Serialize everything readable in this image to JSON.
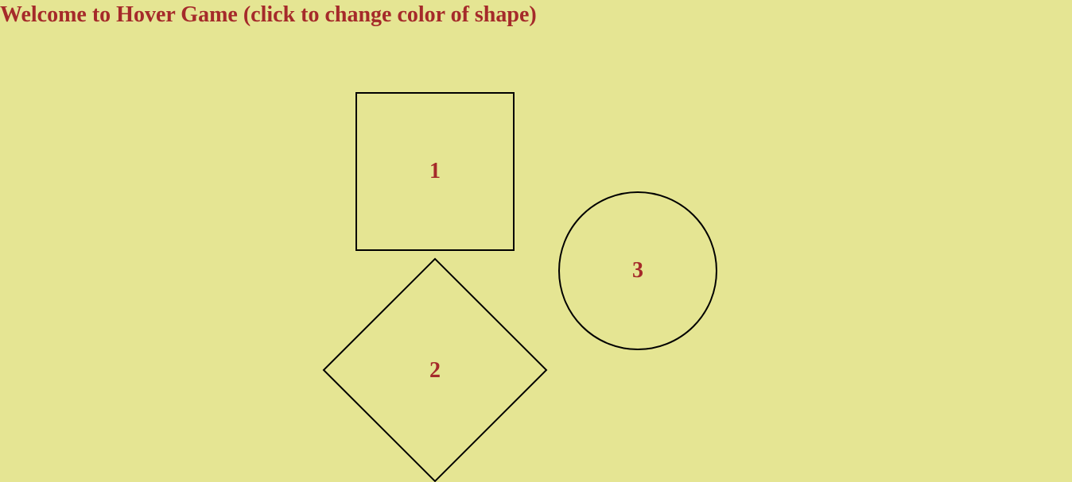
{
  "header": {
    "title": "Welcome to Hover Game (click to change color of shape)"
  },
  "colors": {
    "background": "#e5e593",
    "text": "#a52a2a",
    "outline": "#000000"
  },
  "shapes": [
    {
      "kind": "square",
      "label": "1"
    },
    {
      "kind": "diamond",
      "label": "2"
    },
    {
      "kind": "circle",
      "label": "3"
    }
  ]
}
